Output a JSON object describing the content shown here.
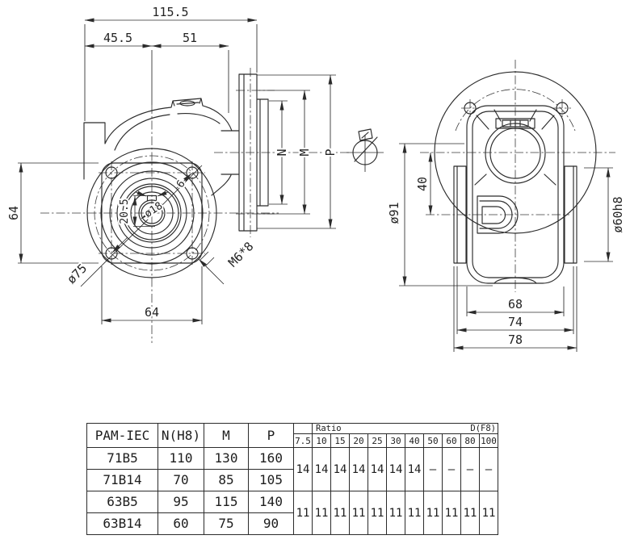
{
  "drawing": {
    "left_view": {
      "dim_overall": "115.5",
      "dim_input_offset": "45.5",
      "dim_center": "51",
      "dim_height": "64",
      "dim_bolt_spacing": "64",
      "dia_pilot": "ø75",
      "thread_callout": "M6*8",
      "keyway_depth": "20.5",
      "dia_bore": "ø18",
      "key_width": "6",
      "label_n": "N",
      "label_m": "M",
      "label_p": "P"
    },
    "right_view": {
      "dia_body": "ø91",
      "dim_axis_offset": "40",
      "dia_hub": "ø60h8",
      "dim_width_body": "68",
      "dim_width_mid": "74",
      "dim_width_overall": "78"
    }
  },
  "table": {
    "col_pam": "PAM-IEC",
    "col_n": "N(H8)",
    "col_m": "M",
    "col_p": "P",
    "ratio_label": "Ratio",
    "d_label": "D(F8)",
    "ratio_cols": [
      "7.5",
      "10",
      "15",
      "20",
      "25",
      "30",
      "40",
      "50",
      "60",
      "80",
      "100"
    ],
    "rows": [
      {
        "pam": "71B5",
        "n": "110",
        "m": "130",
        "p": "160"
      },
      {
        "pam": "71B14",
        "n": "70",
        "m": "85",
        "p": "105"
      },
      {
        "pam": "63B5",
        "n": "95",
        "m": "115",
        "p": "140"
      },
      {
        "pam": "63B14",
        "n": "60",
        "m": "75",
        "p": "90"
      }
    ],
    "d_71": [
      "14",
      "14",
      "14",
      "14",
      "14",
      "14",
      "14",
      "—",
      "—",
      "—",
      "—"
    ],
    "d_63": [
      "11",
      "11",
      "11",
      "11",
      "11",
      "11",
      "11",
      "11",
      "11",
      "11",
      "11"
    ]
  }
}
